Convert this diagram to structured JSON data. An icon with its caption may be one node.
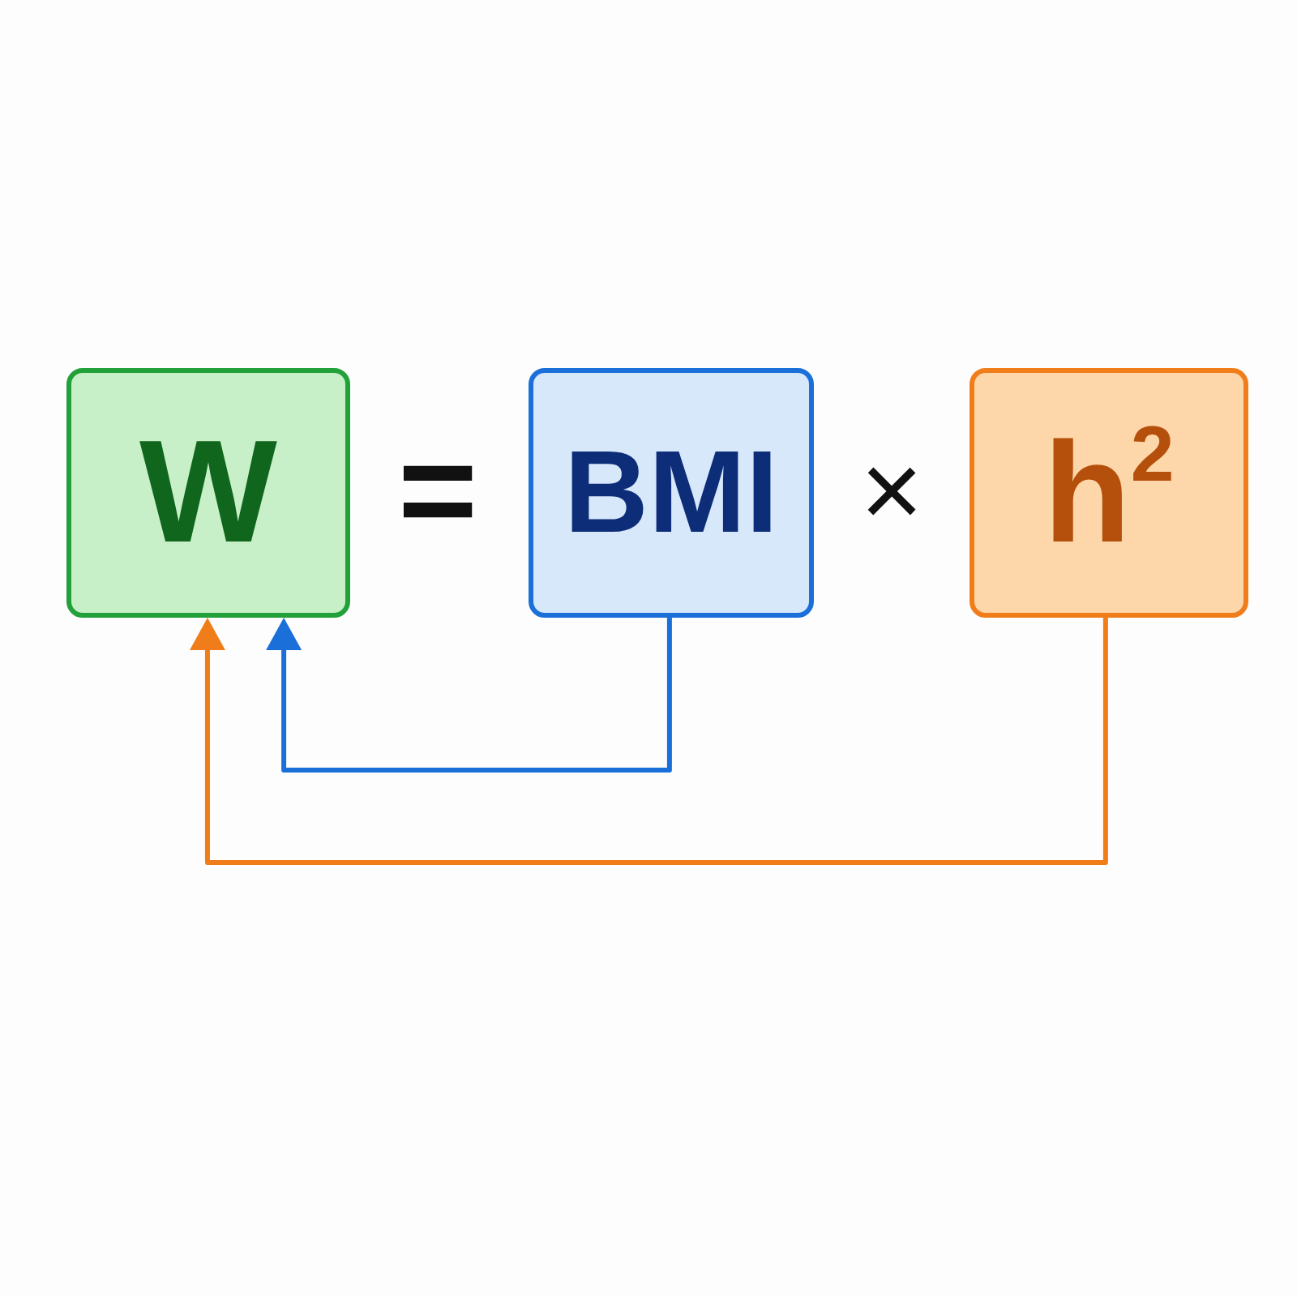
{
  "diagram": {
    "nodes": [
      {
        "text": [
          "W"
        ]
      },
      {
        "text": [
          "BMI"
        ]
      },
      {
        "text": [
          "h$^{2}$"
        ]
      }
    ],
    "edges": [
      {
        "from": 1,
        "to": 0,
        "arrow": "to",
        "color": "#1a6fd9"
      },
      {
        "from": 2,
        "to": 0,
        "arrow": "to",
        "color": "#f07d1a"
      }
    ],
    "labels": [
      "=",
      "×"
    ]
  }
}
